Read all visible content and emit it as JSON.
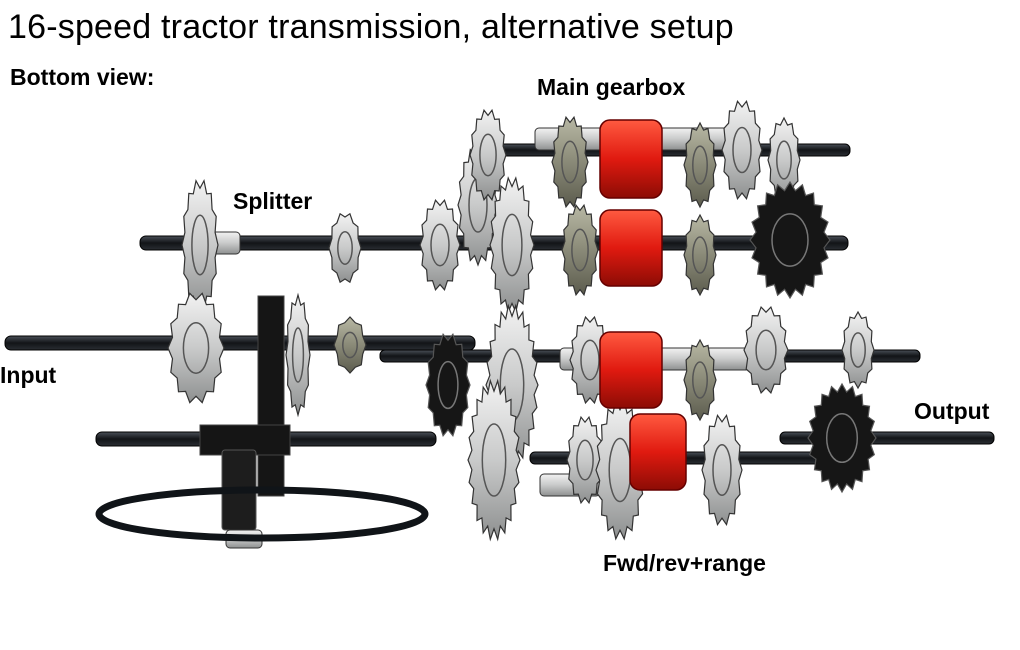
{
  "title": "16-speed tractor transmission, alternative setup",
  "labels": {
    "view": "Bottom view:",
    "main_gearbox": "Main gearbox",
    "splitter": "Splitter",
    "input": "Input",
    "output": "Output",
    "fwd_rev_range": "Fwd/rev+range"
  },
  "colors": {
    "axle": "#1a1d22",
    "axle_highlight": "#3a3f46",
    "gear_light": "#c8c9c9",
    "gear_mid": "#9ea0a0",
    "gear_dark_grey": "#8a8a78",
    "gear_black": "#141414",
    "clutch_red": "#e01a10",
    "outline": "#2b2b2b"
  }
}
